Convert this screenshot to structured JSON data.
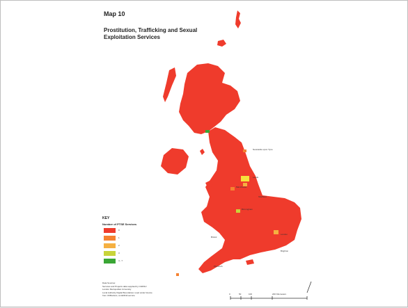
{
  "header": {
    "map_number": "Map 10",
    "title": "Prostitution, Trafficking and Sexual Exploitation Services"
  },
  "places": [
    {
      "name": "Newcastle upon Tyne"
    },
    {
      "name": "Leeds"
    },
    {
      "name": "Manchester"
    },
    {
      "name": "Sheffield"
    },
    {
      "name": "Birmingham"
    },
    {
      "name": "Bristol"
    },
    {
      "name": "London"
    },
    {
      "name": "Brighton"
    },
    {
      "name": "Plymouth"
    }
  ],
  "key": {
    "heading": "KEY",
    "subheading": "Number of PTSE Services",
    "items": [
      {
        "label": "0",
        "color": "#ef3b2c"
      },
      {
        "label": "1",
        "color": "#f58231"
      },
      {
        "label": "2",
        "color": "#f5b041"
      },
      {
        "label": "3",
        "color": "#c8d43a"
      },
      {
        "label": "4 - 7",
        "color": "#3aa635"
      }
    ]
  },
  "sources": {
    "heading": "Data Sources:",
    "line1": "Services and Projects data supplied by CWASU",
    "line2": "London Metropolitan University",
    "line3": "Local Authority Digital Boundaries: used under licence",
    "line4": "from UKBorders, an EDINA service"
  },
  "scale": {
    "labels": [
      "0",
      "50",
      "100",
      "200 Kilometers"
    ]
  },
  "colors": {
    "land": "#ef3b2c",
    "frame_border": "#bdbdbd"
  }
}
